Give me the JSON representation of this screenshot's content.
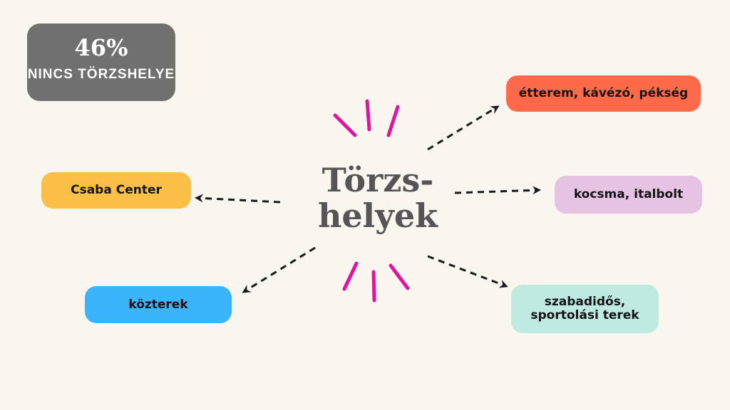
{
  "stat": {
    "value": "46%",
    "label": "NINCS TÖRZSHELYE"
  },
  "center": {
    "line1": "Törzs-",
    "line2": "helyek"
  },
  "nodes": {
    "restaurant": {
      "label": "étterem, kávézó, pékség",
      "color": "#ff6b4a"
    },
    "pub": {
      "label": "kocsma, italbolt",
      "color": "#e6c3e3"
    },
    "leisure": {
      "line1": "szabadidős,",
      "line2": "sportolási terek",
      "color": "#bfeae2"
    },
    "mall": {
      "label": "Csaba Center",
      "color": "#fbbf45"
    },
    "public": {
      "label": "közterek",
      "color": "#3ab5fb"
    }
  },
  "accent": "#e0149e"
}
